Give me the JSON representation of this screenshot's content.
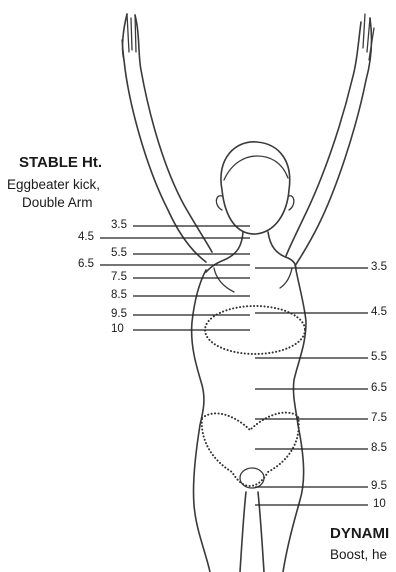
{
  "left_panel": {
    "title": "STABLE Ht.",
    "line1": "Eggbeater kick,",
    "line2": "Double Arm",
    "levels": [
      "3.5",
      "4.5",
      "5.5",
      "6.5",
      "7.5",
      "8.5",
      "9.5",
      "10"
    ]
  },
  "right_panel": {
    "title_partial": "DYNAMI",
    "line1_partial": "Boost, he",
    "levels": [
      "3.5",
      "4.5",
      "5.5",
      "6.5",
      "7.5",
      "8.5",
      "9.5",
      "10"
    ]
  },
  "colors": {
    "ink": "#3a3a3a",
    "text": "#1a1a1a",
    "background": "#ffffff"
  }
}
